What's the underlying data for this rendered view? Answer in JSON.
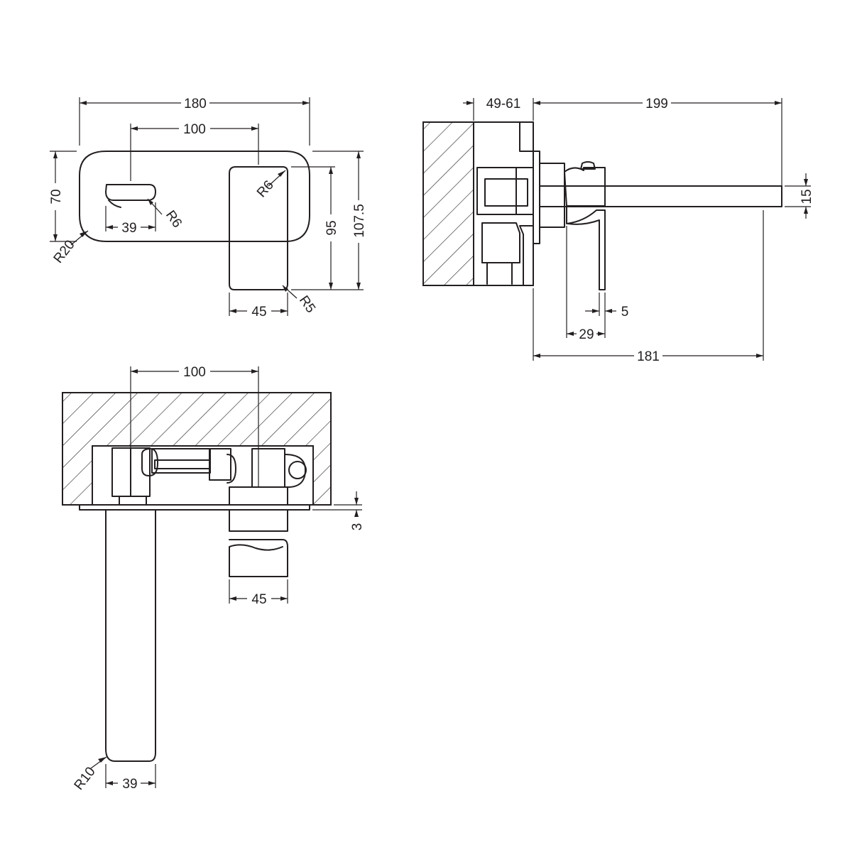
{
  "front_view": {
    "overall_width": "180",
    "spout_spacing": "100",
    "height": "70",
    "plate_radius": "R20",
    "spout_slot_width": "39",
    "spout_radius": "R6",
    "lever_radius": "R6",
    "lever_height": "95",
    "total_height": "107.5",
    "lever_width": "45",
    "lever_corner_radius": "R5"
  },
  "side_view": {
    "wall_depth": "49-61",
    "spout_length": "199",
    "spout_thickness": "15",
    "lever_thickness": "5",
    "lever_offset": "29",
    "body_length": "181"
  },
  "plan_view": {
    "spout_spacing": "100",
    "plate_thickness": "3",
    "lever_width": "45",
    "spout_radius": "R10",
    "spout_width": "39"
  },
  "colors": {
    "line": "#231f20",
    "background": "#ffffff"
  }
}
